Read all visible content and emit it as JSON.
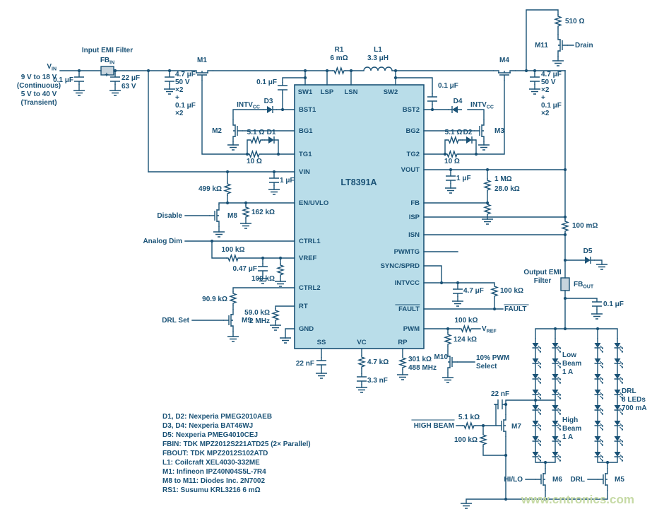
{
  "colors": {
    "line": "#1a5276",
    "chip-fill": "#b9dde9",
    "watermark": "#c6daa5"
  },
  "ic": {
    "name": "LT8391A",
    "pins_top": [
      "SW1",
      "LSP",
      "LSN",
      "SW2"
    ],
    "pins_left": [
      "BST1",
      "BG1",
      "TG1",
      "VIN",
      "EN/UVLO",
      "CTRL1",
      "VREF",
      "CTRL2",
      "RT",
      "GND"
    ],
    "pins_right": [
      "BST2",
      "BG2",
      "TG2",
      "VOUT",
      "FB",
      "ISP",
      "ISN",
      "PWMTG",
      "SYNC/SPRD",
      "INTVCC",
      "FAULT",
      "PWM"
    ],
    "pins_bottom": [
      "SS",
      "VC",
      "RP"
    ]
  },
  "source": {
    "v": "V",
    "v_sub": "IN",
    "line1": "9 V to 18 V",
    "line2": "(Continuous)",
    "line3": "5 V to 40 V",
    "line4": "(Transient)"
  },
  "input_filter": {
    "title": "Input EMI Filter",
    "bead": "FB",
    "bead_sub": "IN",
    "c1": "0.1 μF",
    "plus": "+",
    "c2": "22 μF",
    "c2_rating": "63 V"
  },
  "cap_bank": [
    "4.7 μF",
    "50 V",
    "×2",
    "+",
    "0.1 μF",
    "×2"
  ],
  "buck": {
    "r1": "R1",
    "r1_val": "6 mΩ",
    "l1": "L1",
    "l1_val": "3.3 μH"
  },
  "fets": {
    "m1": "M1",
    "m2": "M2",
    "m3": "M3",
    "m4": "M4",
    "m5": "M5",
    "m6": "M6",
    "m7": "M7",
    "m8": "M8",
    "m9": "M9",
    "m10": "M10",
    "m11": "M11"
  },
  "intvcc": {
    "m": "INTV",
    "s": "CC"
  },
  "vref": {
    "m": "V",
    "s": "REF"
  },
  "gate_left": {
    "c": "0.1 μF",
    "d3": "D3",
    "r_par": "5.1 Ω",
    "d1": "D1",
    "r_ser": "10 Ω"
  },
  "gate_right": {
    "c": "0.1 μF",
    "d4": "D4",
    "r_par": "5.1 Ω",
    "d2": "D2",
    "r_ser": "10 Ω"
  },
  "en": {
    "r_top": "499 kΩ",
    "c": "1 μF",
    "disable": "Disable",
    "r_bot": "162 kΩ"
  },
  "ctrl": {
    "analog_dim": "Analog Dim",
    "r1": "100 kΩ",
    "c": "0.47 μF",
    "r2": "100 kΩ",
    "r3": "90.9 kΩ",
    "drl_set": "DRL Set"
  },
  "rt": {
    "r": "59.0 kΩ",
    "f": "2 MHz"
  },
  "ss": {
    "c": "22 nF"
  },
  "vc": {
    "r": "4.7 kΩ",
    "c": "3.3 nF"
  },
  "rp": {
    "r": "301 kΩ",
    "f": "488 MHz"
  },
  "fb": {
    "c": "1 μF",
    "r_top": "1 MΩ",
    "r_bot": "28.0 kΩ"
  },
  "sense": {
    "r": "100 mΩ"
  },
  "out": {
    "d5": "D5",
    "title1": "Output EMI",
    "title2": "Filter",
    "bead": "FB",
    "bead_sub": "OUT",
    "c": "0.1 μF"
  },
  "intvcc_net": {
    "c": "4.7 μF",
    "r": "100 kΩ",
    "fault": "FAULT"
  },
  "pwm": {
    "r_up": "100 kΩ",
    "r_down": "124 kΩ",
    "sel1": "10% PWM",
    "sel2": "Select"
  },
  "drain_ckt": {
    "r": "510 Ω",
    "signal": "Drain"
  },
  "leds": {
    "low": [
      "Low",
      "Beam",
      "1 A"
    ],
    "high": [
      "High",
      "Beam",
      "1 A"
    ],
    "drl": [
      "DRL",
      "8 LEDs",
      "700 mA"
    ]
  },
  "beam": {
    "hilo": "HI/LO",
    "drl": "DRL",
    "high_beam": "HIGH BEAM",
    "r_ser": "5.1 kΩ",
    "r_gs": "100 kΩ",
    "c": "22 nF"
  },
  "notes": [
    "D1, D2: Nexperia PMEG2010AEB",
    "D3, D4: Nexperia BAT46WJ",
    "D5: Nexperia PMEG4010CEJ",
    "FBIN: TDK MPZ2012S221ATD25 (2× Parallel)",
    "FBOUT: TDK MPZ2012S102ATD",
    "L1: Coilcraft XEL4030-332ME",
    "M1: Infineon IPZ40N04S5L-7R4",
    "M8 to M11: Diodes Inc. 2N7002",
    "RS1: Susumu KRL3216 6 mΩ"
  ],
  "watermark": "www.cntronics.com"
}
